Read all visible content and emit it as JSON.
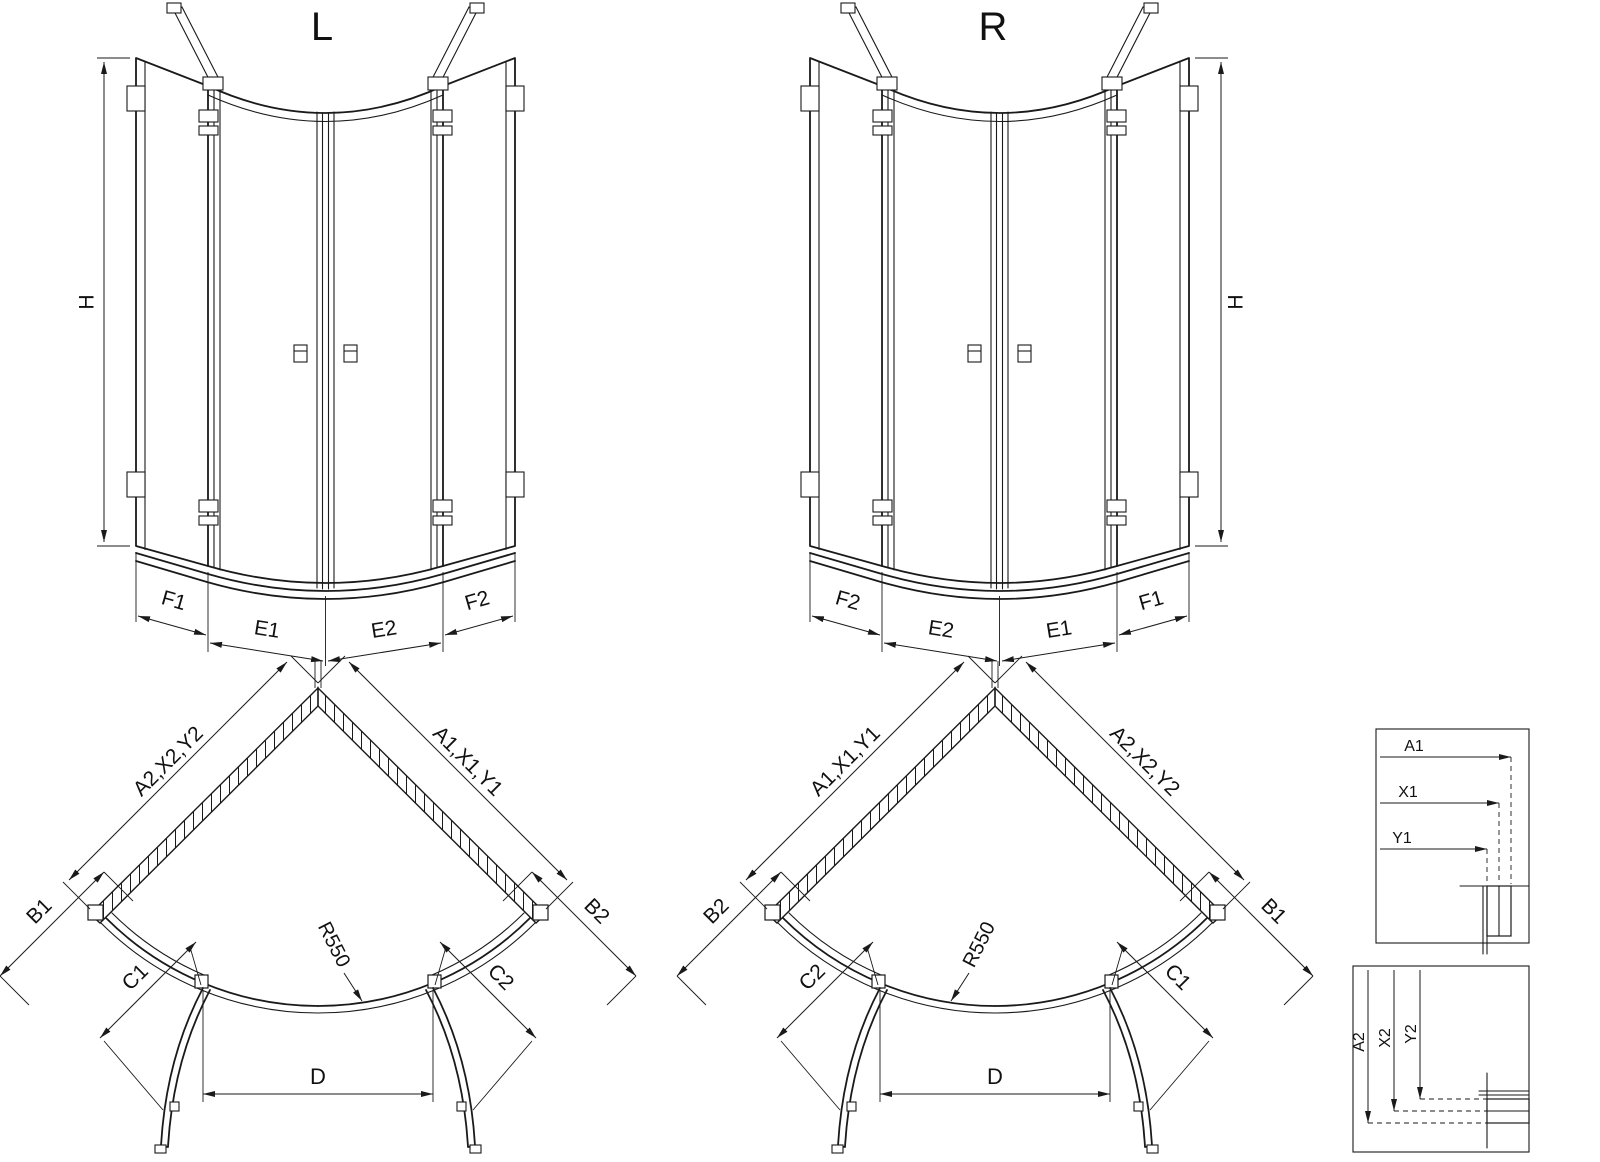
{
  "colors": {
    "line": "#1a1a1a",
    "background": "#ffffff"
  },
  "front_view_left": {
    "title": "L",
    "height_dim": "H",
    "dims": {
      "f1": "F1",
      "e1": "E1",
      "e2": "E2",
      "f2": "F2"
    }
  },
  "front_view_right": {
    "title": "R",
    "height_dim": "H",
    "dims": {
      "f1": "F1",
      "e1": "E1",
      "e2": "E2",
      "f2": "F2"
    }
  },
  "plan_view_left": {
    "wall_left": "A2,X2,Y2",
    "wall_right": "A1,X1,Y1",
    "side_left": "B1",
    "side_right": "B2",
    "fixed_left": "C1",
    "fixed_right": "C2",
    "radius": "R550",
    "entry": "D"
  },
  "plan_view_right": {
    "wall_left": "A1,X1,Y1",
    "wall_right": "A2,X2,Y2",
    "side_left": "B2",
    "side_right": "B1",
    "fixed_left": "C2",
    "fixed_right": "C1",
    "radius": "R550",
    "entry": "D"
  },
  "detail_horizontal": {
    "dims": [
      "A1",
      "X1",
      "Y1"
    ]
  },
  "detail_vertical": {
    "dims": [
      "A2",
      "X2",
      "Y2"
    ]
  }
}
